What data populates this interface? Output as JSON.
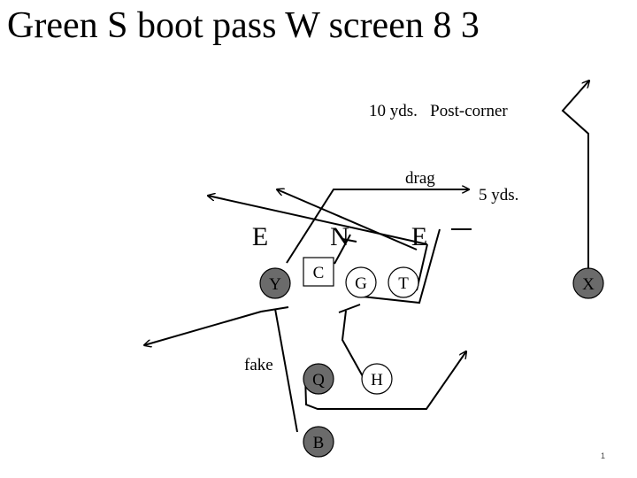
{
  "slide": {
    "title": "Green S boot pass W screen 8 3",
    "page_number": "1"
  },
  "labels": {
    "depth_route": "10 yds.   Post-corner",
    "drag": "drag",
    "drag_depth": "5 yds.",
    "fake": "fake"
  },
  "defense": {
    "end_left": "E",
    "nose": "N",
    "end_right": "E"
  },
  "offense": {
    "y": "Y",
    "c": "C",
    "g": "G",
    "t": "T",
    "x": "X",
    "q": "Q",
    "h": "H",
    "b": "B"
  },
  "colors": {
    "dark_player": "#6b6b6b",
    "light_player": "#ffffff",
    "line": "#000000"
  }
}
